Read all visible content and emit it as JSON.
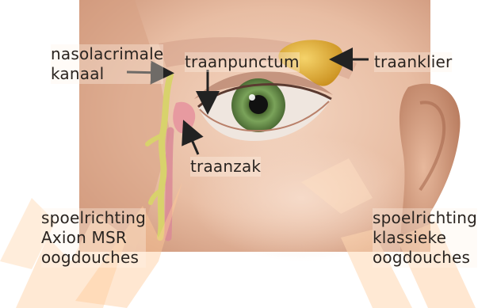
{
  "labels": {
    "nasolacrimal_line1": "nasolacrimale",
    "nasolacrimal_line2": "kanaal",
    "punctum": "traanpunctum",
    "gland": "traanklier",
    "sac": "traanzak",
    "left_flow_line1": "spoelrichting",
    "left_flow_line2": "Axion MSR",
    "left_flow_line3": "oogdouches",
    "right_flow_line1": "spoelrichting",
    "right_flow_line2": "klassieke",
    "right_flow_line3": "oogdouches"
  },
  "colors": {
    "flow_arrow": "#ffd7b0",
    "skin_light": "#f3d2bd",
    "skin_mid": "#d9a68a",
    "skin_shadow": "#b98066",
    "iris": "#7aa35a",
    "gland": "#e7b63a",
    "duct": "#d6d06a",
    "text": "#2a2420",
    "pointer": "#222222"
  }
}
